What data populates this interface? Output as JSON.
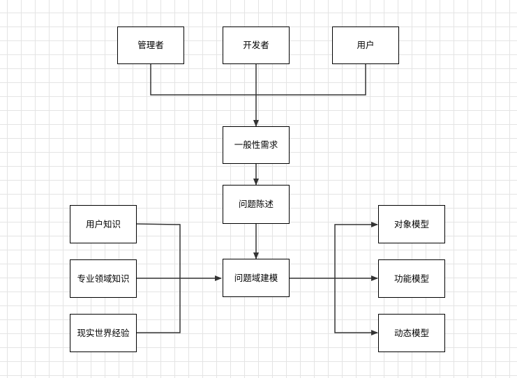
{
  "nodes": {
    "manager": "管理者",
    "developer": "开发者",
    "user": "用户",
    "general_requirements": "一般性需求",
    "problem_statement": "问题陈述",
    "problem_domain_modeling": "问题域建模",
    "user_knowledge": "用户知识",
    "domain_knowledge": "专业领域知识",
    "real_world_experience": "现实世界经验",
    "object_model": "对象模型",
    "functional_model": "功能模型",
    "dynamic_model": "动态模型"
  },
  "colors": {
    "stroke": "#000000",
    "grid": "#e4e4e4"
  }
}
